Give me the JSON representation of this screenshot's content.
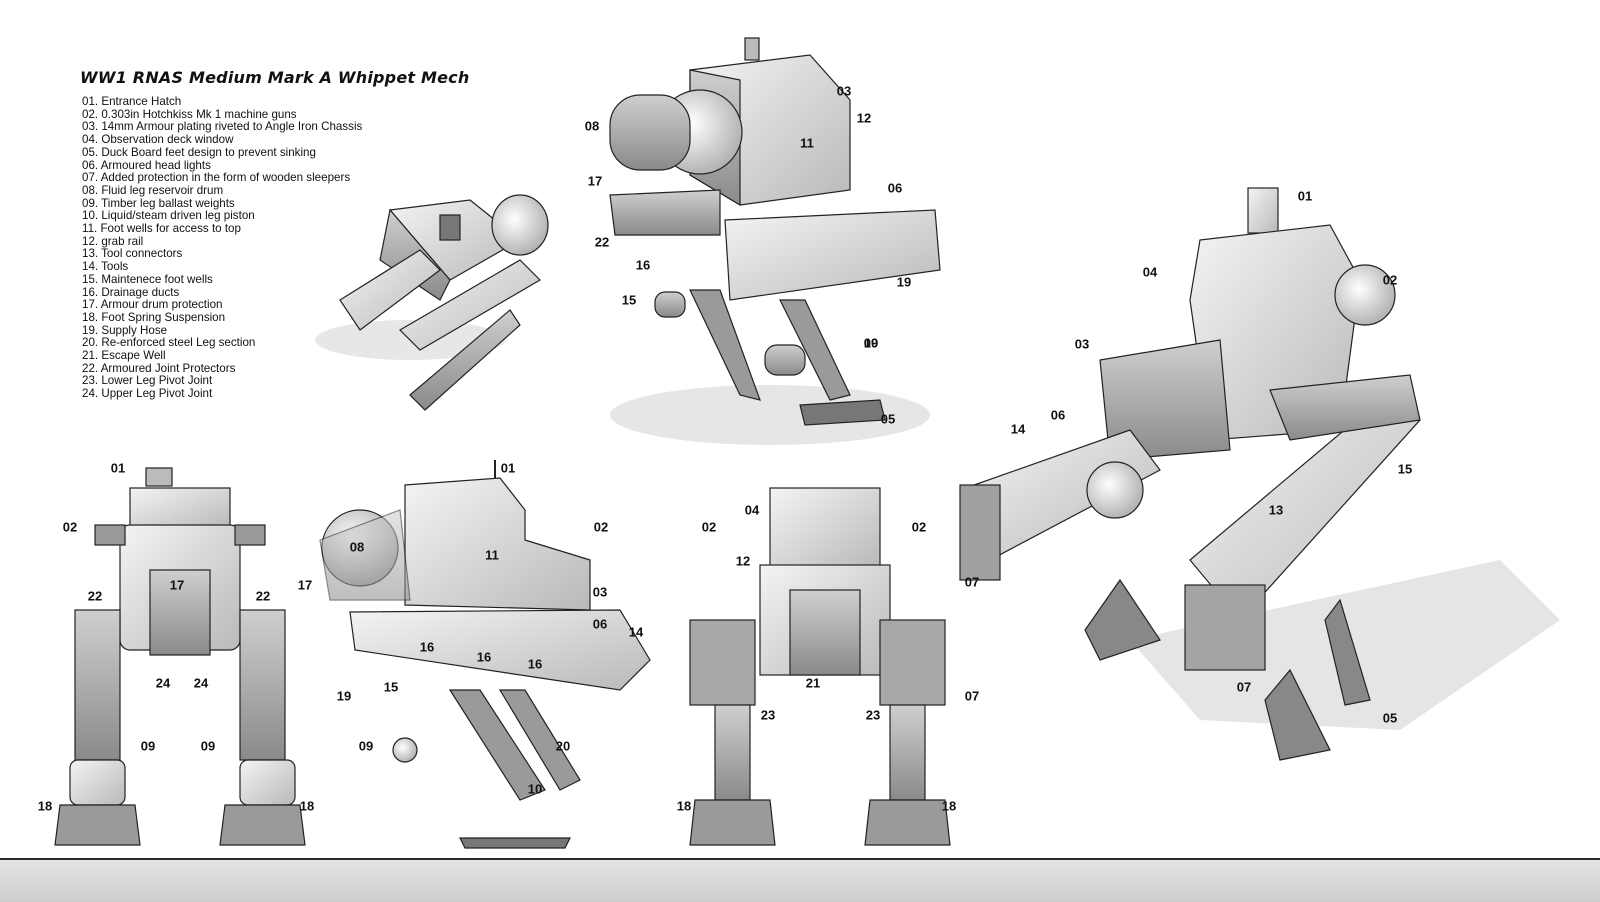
{
  "title": "WW1 RNAS Medium Mark A Whippet Mech",
  "legend": [
    "01. Entrance Hatch",
    "02. 0.303in Hotchkiss Mk 1 machine guns",
    "03. 14mm Armour plating riveted to Angle Iron Chassis",
    "04. Observation deck window",
    "05. Duck Board feet design to prevent sinking",
    "06. Armoured head lights",
    "07. Added protection in the form of wooden sleepers",
    "08. Fluid leg reservoir drum",
    "09. Timber leg ballast weights",
    "10. Liquid/steam driven leg piston",
    "11. Foot wells for access to top",
    "12. grab rail",
    "13. Tool connectors",
    "14. Tools",
    "15. Maintenece foot wells",
    "16. Drainage ducts",
    "17. Armour drum protection",
    "18. Foot Spring Suspension",
    "19. Supply Hose",
    "20. Re-enforced steel Leg section",
    "21. Escape Well",
    "22. Armoured Joint Protectors",
    "23. Lower Leg Pivot Joint",
    "24. Upper Leg Pivot Joint"
  ],
  "views": {
    "top_small": {
      "callouts": []
    },
    "rear_three_quarter": {
      "callouts": [
        "03",
        "12",
        "08",
        "11",
        "17",
        "06",
        "22",
        "16",
        "19",
        "15",
        "09",
        "10",
        "05"
      ]
    },
    "front_three_quarter": {
      "callouts": [
        "01",
        "04",
        "02",
        "03",
        "14",
        "06",
        "15",
        "13",
        "07",
        "07",
        "05"
      ]
    },
    "rear": {
      "callouts": [
        "01",
        "02",
        "17",
        "22",
        "22",
        "24",
        "24",
        "09",
        "09",
        "18",
        "18"
      ]
    },
    "side": {
      "callouts": [
        "01",
        "08",
        "11",
        "02",
        "17",
        "03",
        "06",
        "14",
        "16",
        "16",
        "16",
        "19",
        "15",
        "09",
        "20",
        "10"
      ]
    },
    "front": {
      "callouts": [
        "04",
        "02",
        "02",
        "12",
        "21",
        "07",
        "23",
        "23",
        "18",
        "18"
      ]
    }
  }
}
